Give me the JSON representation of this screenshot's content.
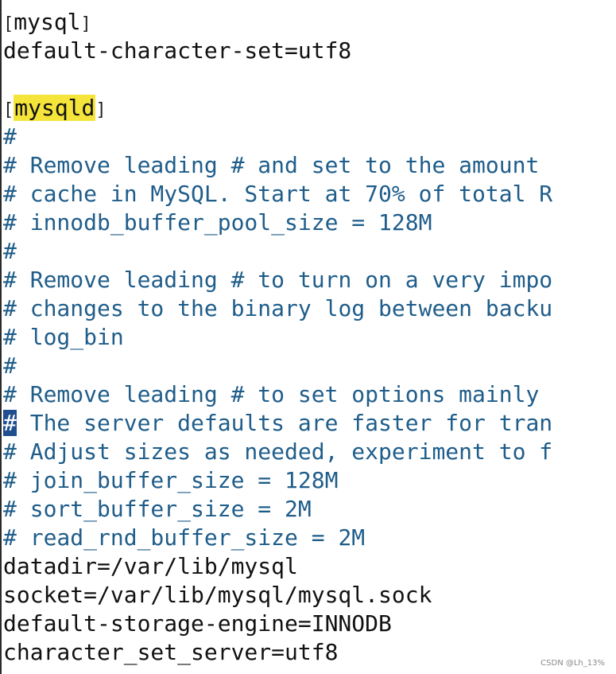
{
  "editor": {
    "lines": [
      {
        "type": "section_plain",
        "open": "[",
        "name": "mysql",
        "close": "]"
      },
      {
        "type": "text",
        "text": "default-character-set=utf8"
      },
      {
        "type": "blank",
        "text": ""
      },
      {
        "type": "section_highlight",
        "open": "[",
        "name": "mysqld",
        "close": "]"
      },
      {
        "type": "comment",
        "hash": "#",
        "text": ""
      },
      {
        "type": "comment",
        "hash": "#",
        "text": " Remove leading # and set to the amount"
      },
      {
        "type": "comment",
        "hash": "#",
        "text": " cache in MySQL. Start at 70% of total R"
      },
      {
        "type": "comment",
        "hash": "#",
        "text": " innodb_buffer_pool_size = 128M"
      },
      {
        "type": "comment",
        "hash": "#",
        "text": ""
      },
      {
        "type": "comment",
        "hash": "#",
        "text": " Remove leading # to turn on a very impo"
      },
      {
        "type": "comment",
        "hash": "#",
        "text": " changes to the binary log between backu"
      },
      {
        "type": "comment",
        "hash": "#",
        "text": " log_bin"
      },
      {
        "type": "comment",
        "hash": "#",
        "text": ""
      },
      {
        "type": "comment",
        "hash": "#",
        "text": " Remove leading # to set options mainly"
      },
      {
        "type": "comment_cursor",
        "hash": "#",
        "text": " The server defaults are faster for tran"
      },
      {
        "type": "comment",
        "hash": "#",
        "text": " Adjust sizes as needed, experiment to f"
      },
      {
        "type": "comment",
        "hash": "#",
        "text": " join_buffer_size = 128M"
      },
      {
        "type": "comment",
        "hash": "#",
        "text": " sort_buffer_size = 2M"
      },
      {
        "type": "comment",
        "hash": "#",
        "text": " read_rnd_buffer_size = 2M"
      },
      {
        "type": "text",
        "text": "datadir=/var/lib/mysql"
      },
      {
        "type": "text",
        "text": "socket=/var/lib/mysql/mysql.sock"
      },
      {
        "type": "text",
        "text": "default-storage-engine=INNODB"
      },
      {
        "type": "text",
        "text": "character_set_server=utf8"
      }
    ]
  },
  "watermark": {
    "text": "CSDN @Lh_13%"
  },
  "colors": {
    "comment": "#1f5d8a",
    "highlight": "#f5e53a",
    "cursor": "#1f4f8f",
    "text": "#111111"
  }
}
